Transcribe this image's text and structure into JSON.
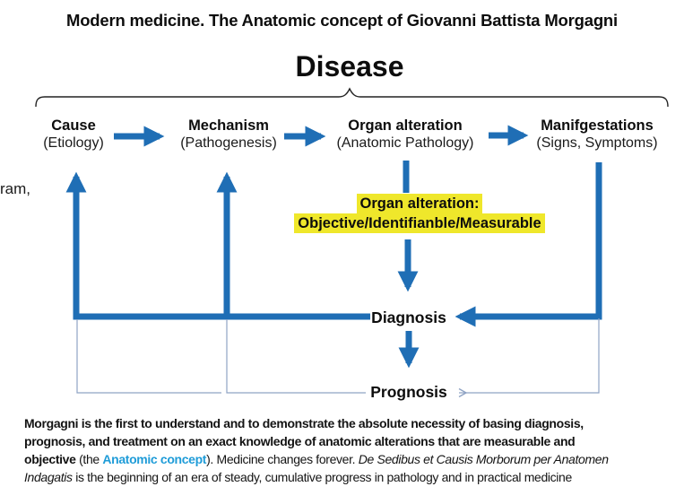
{
  "slide": {
    "title": "Modern medicine. The Anatomic concept of Giovanni Battista Morgagni",
    "heading": "Disease",
    "left_fragment": "ram,"
  },
  "diagram": {
    "nodes": [
      {
        "label": "Cause",
        "sublabel": "(Etiology)"
      },
      {
        "label": "Mechanism",
        "sublabel": "(Pathogenesis)"
      },
      {
        "label": "Organ alteration",
        "sublabel": "(Anatomic Pathology)"
      },
      {
        "label": "Manifgestations",
        "sublabel": "(Signs, Symptoms)"
      }
    ],
    "highlight": {
      "line1": "Organ alteration:",
      "line2": "Objective/Identifianble/Measurable"
    },
    "diagnosis_label": "Diagnosis",
    "prognosis_label": "Prognosis",
    "flow_arrows": [
      "Cause -> Mechanism",
      "Mechanism -> Organ alteration",
      "Organ alteration -> Manifgestations",
      "Organ alteration -> highlight note -> Diagnosis",
      "Manifgestations -> Diagnosis",
      "Diagnosis -> Cause",
      "Diagnosis -> Mechanism",
      "Diagnosis -> Prognosis",
      "Manifgestations -> Prognosis (thin feedback line)"
    ]
  },
  "paragraph": {
    "lines": [
      {
        "segments": [
          {
            "text": "Morgagni is the first to understand and to demonstrate the absolute necessity of basing diagnosis,",
            "style": "bold"
          }
        ]
      },
      {
        "segments": [
          {
            "text": "prognosis, and treatment on an exact knowledge of anatomic alterations that are measurable and",
            "style": "bold"
          }
        ]
      },
      {
        "segments": [
          {
            "text": "objective",
            "style": "bold"
          },
          {
            "text": " (the ",
            "style": "normal"
          },
          {
            "text": "Anatomic concept",
            "style": "bold-blue"
          },
          {
            "text": "). Medicine changes forever. ",
            "style": "normal"
          },
          {
            "text": "De Sedibus et Causis Morborum per Anatomen",
            "style": "italic"
          }
        ]
      },
      {
        "segments": [
          {
            "text": "Indagatis",
            "style": "italic"
          },
          {
            "text": " is the beginning of an era of steady, cumulative progress in pathology and in practical medicine",
            "style": "normal"
          }
        ]
      }
    ]
  },
  "colors": {
    "arrow_blue": "#1f6eb5",
    "thin_line_blue": "#8fa3c4",
    "highlight_yellow": "#efe72b",
    "link_blue": "#1f9cd8",
    "text_black": "#0d0d0d"
  }
}
